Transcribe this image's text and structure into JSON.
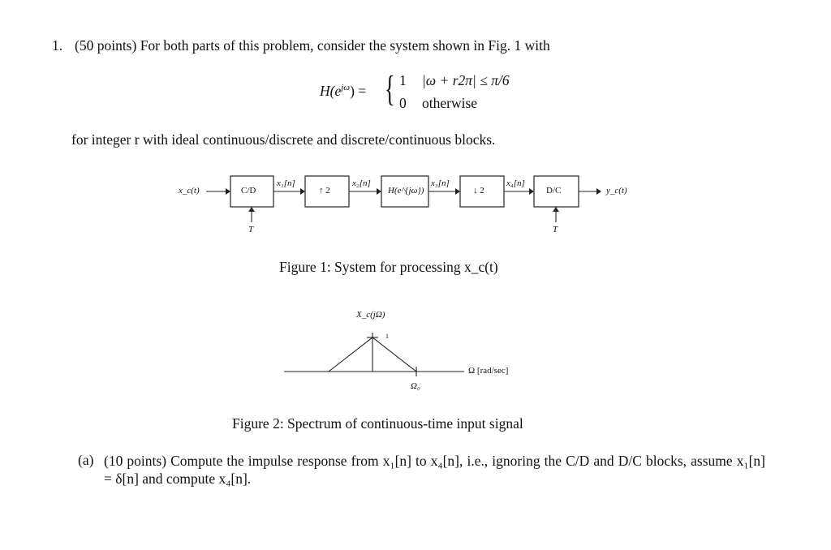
{
  "problem": {
    "number": "1.",
    "intro": "(50 points) For both parts of this problem, consider the system shown in Fig. 1 with",
    "equation": {
      "lhs": "H(e",
      "lhs_sup": "jω",
      "lhs_end": ") =",
      "case1_value": "1",
      "case1_cond": "|ω + r2π| ≤ π/6",
      "case2_value": "0",
      "case2_cond": "otherwise"
    },
    "after": "for integer r with ideal continuous/discrete and discrete/continuous blocks."
  },
  "figure1": {
    "input": "x_c(t)",
    "output": "y_c(t)",
    "blocks": [
      "C/D",
      "↑ 2",
      "H(e^{jω})",
      "↓ 2",
      "D/C"
    ],
    "signals": [
      "x₁[n]",
      "x₂[n]",
      "x₃[n]",
      "x₄[n]"
    ],
    "sampling_label": "T",
    "caption": "Figure 1: System for processing x_c(t)"
  },
  "figure2": {
    "ylabel": "X_c(jΩ)",
    "peak_label": "1",
    "xlabel": "Ω [rad/sec]",
    "omega0_label": "Ω₀",
    "caption": "Figure 2: Spectrum of continuous-time input signal"
  },
  "part_a": {
    "label": "(a)",
    "text": "(10 points) Compute the impulse response from x₁[n] to x₄[n], i.e., ignoring the C/D and D/C blocks, assume x₁[n] = δ[n] and compute x₄[n]."
  }
}
